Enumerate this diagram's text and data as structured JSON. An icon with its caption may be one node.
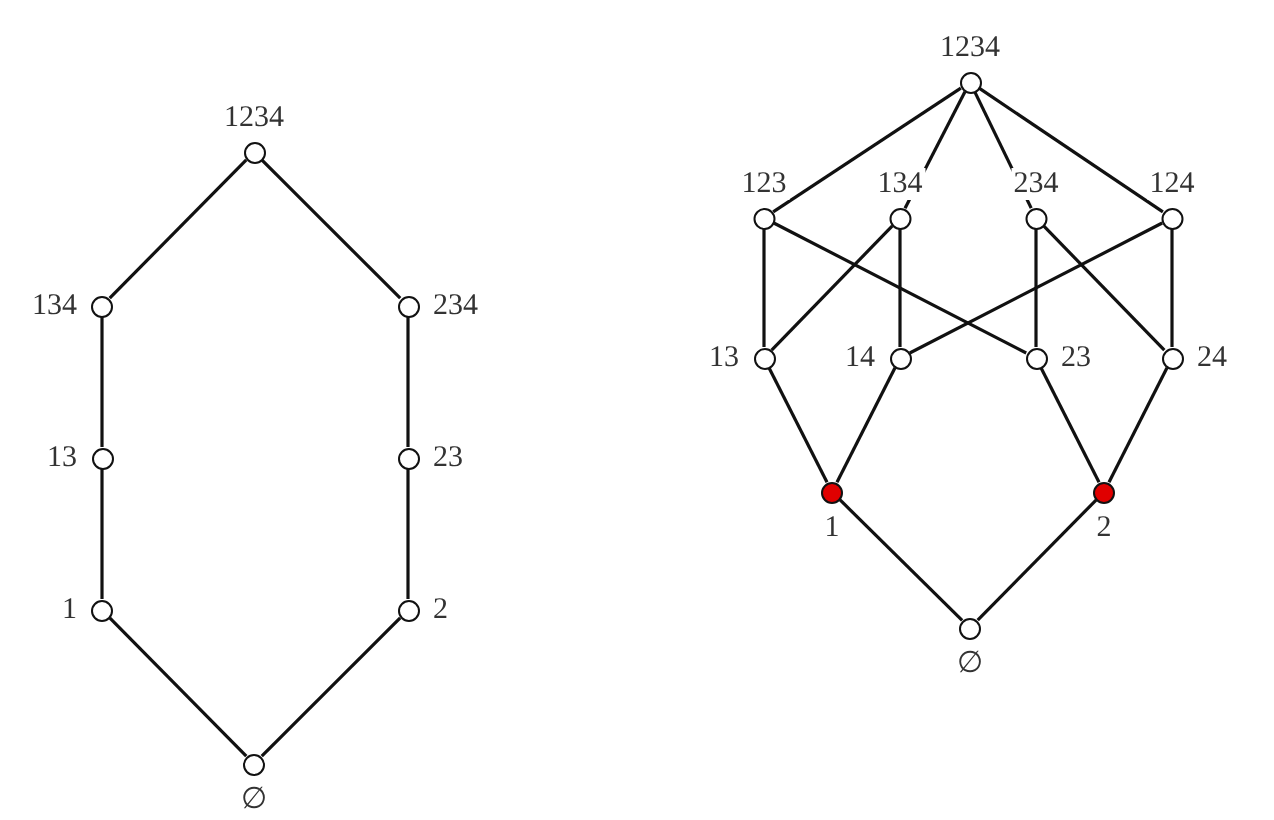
{
  "diagram": {
    "nodes": [
      {
        "text": [
          "1234"
        ]
      },
      {
        "text": [
          "134"
        ]
      },
      {
        "text": [
          "234"
        ]
      },
      {
        "text": [
          "13"
        ]
      },
      {
        "text": [
          "23"
        ]
      },
      {
        "text": [
          "1"
        ]
      },
      {
        "text": [
          "2"
        ]
      },
      {
        "text": [
          "∅"
        ]
      },
      {
        "text": [
          "1234"
        ]
      },
      {
        "text": [
          "123"
        ]
      },
      {
        "text": [
          "134"
        ]
      },
      {
        "text": [
          "234"
        ]
      },
      {
        "text": [
          "124"
        ]
      },
      {
        "text": [
          "13"
        ]
      },
      {
        "text": [
          "14"
        ]
      },
      {
        "text": [
          "23"
        ]
      },
      {
        "text": [
          "24"
        ]
      },
      {
        "text": [
          "1"
        ]
      },
      {
        "text": [
          "2"
        ]
      },
      {
        "text": [
          "∅"
        ]
      }
    ],
    "edges": [
      {
        "from": 0,
        "to": 1,
        "arrow": "none"
      },
      {
        "from": 0,
        "to": 2,
        "arrow": "none"
      },
      {
        "from": 1,
        "to": 3,
        "arrow": "none"
      },
      {
        "from": 2,
        "to": 4,
        "arrow": "none"
      },
      {
        "from": 3,
        "to": 5,
        "arrow": "none"
      },
      {
        "from": 4,
        "to": 6,
        "arrow": "none"
      },
      {
        "from": 5,
        "to": 7,
        "arrow": "none"
      },
      {
        "from": 6,
        "to": 7,
        "arrow": "none"
      },
      {
        "from": 8,
        "to": 9,
        "arrow": "none"
      },
      {
        "from": 8,
        "to": 10,
        "arrow": "none"
      },
      {
        "from": 8,
        "to": 11,
        "arrow": "none"
      },
      {
        "from": 8,
        "to": 12,
        "arrow": "none"
      },
      {
        "from": 9,
        "to": 13,
        "arrow": "none"
      },
      {
        "from": 9,
        "to": 15,
        "arrow": "none"
      },
      {
        "from": 10,
        "to": 13,
        "arrow": "none"
      },
      {
        "from": 10,
        "to": 14,
        "arrow": "none"
      },
      {
        "from": 11,
        "to": 15,
        "arrow": "none"
      },
      {
        "from": 11,
        "to": 16,
        "arrow": "none"
      },
      {
        "from": 12,
        "to": 14,
        "arrow": "none"
      },
      {
        "from": 12,
        "to": 16,
        "arrow": "none"
      },
      {
        "from": 13,
        "to": 17,
        "arrow": "none"
      },
      {
        "from": 14,
        "to": 17,
        "arrow": "none"
      },
      {
        "from": 15,
        "to": 18,
        "arrow": "none"
      },
      {
        "from": 16,
        "to": 18,
        "arrow": "none"
      },
      {
        "from": 17,
        "to": 19,
        "arrow": "none"
      },
      {
        "from": 18,
        "to": 19,
        "arrow": "none"
      }
    ]
  }
}
